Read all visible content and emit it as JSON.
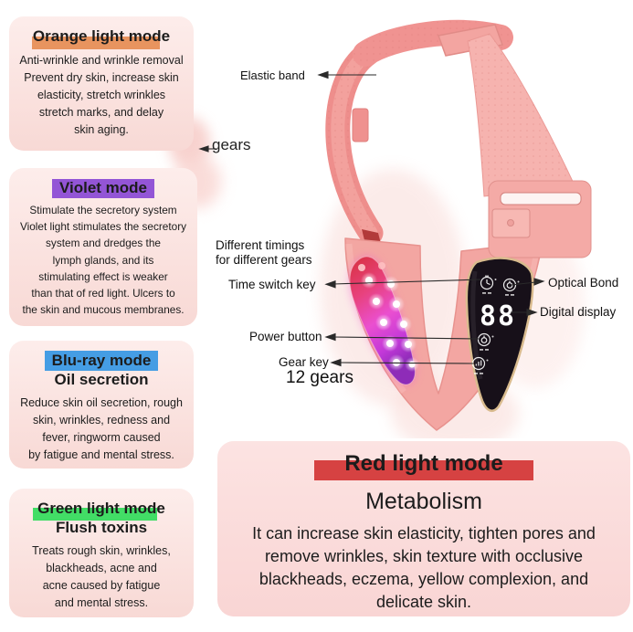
{
  "mode_boxes": [
    {
      "title": "Orange light mode",
      "highlight": "#e8945f",
      "body": "Anti-wrinkle and wrinkle removal\nPrevent dry skin, increase skin\nelasticity, stretch wrinkles\nstretch marks, and delay\nskin aging."
    },
    {
      "title": "Violet mode",
      "highlight": "#9355d6",
      "body": "Stimulate the secretory system\nViolet light stimulates the secretory\nsystem and dredges the\nlymph glands, and its\nstimulating effect is weaker\nthan that of red light. Ulcers to\nthe skin and mucous membranes."
    },
    {
      "title": "Blu-ray mode",
      "subtitle": "Oil secretion",
      "highlight": "#459de4",
      "body": "Reduce skin oil secretion, rough\nskin, wrinkles, redness and\nfever, ringworm caused\nby fatigue and mental stress."
    },
    {
      "title": "Green light mode",
      "subtitle": "Flush toxins",
      "highlight": "#42dd66",
      "body": "Treats rough skin, wrinkles,\nblackheads, acne and\nacne caused by fatigue\nand mental stress."
    }
  ],
  "red_box": {
    "title": "Red light mode",
    "highlight": "#d64242",
    "subtitle": "Metabolism",
    "body": "It can increase skin elasticity, tighten pores and\nremove wrinkles, skin texture with occlusive\nblackheads, eczema, yellow complexion, and\ndelicate skin."
  },
  "labels": {
    "elastic_band": "Elastic band",
    "gears": "gears",
    "different_timings": "Different timings\nfor different gears",
    "time_switch_key": "Time switch key",
    "optical_bond": "Optical Bond",
    "digital_display": "Digital display",
    "power_button": "Power button",
    "gear_key": "Gear key",
    "twelve_gears": "12 gears"
  },
  "device": {
    "display_value": "88",
    "body_color": "#f3a6a2",
    "strap_color": "#ee8e8c",
    "panel_color": "#171019",
    "panel_rim_color": "#d9bb8e"
  }
}
